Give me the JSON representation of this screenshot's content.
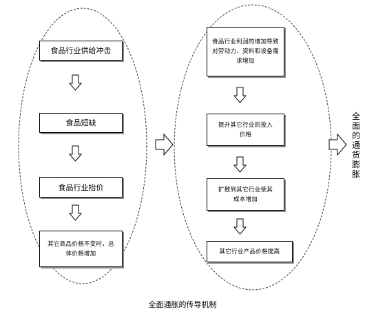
{
  "left_column": {
    "box1": "食品行业供给冲击",
    "box2": "食品短缺",
    "box3": "食品行业抬价",
    "box4": "其它商品价格不变时，总体价格增加"
  },
  "right_column": {
    "box1": "食品行业利润的增加导致对劳动力、资料和设备需求增加",
    "box2": "提升其它行业的投入价格",
    "box3": "扩散到其它行业使其成本增加",
    "box4": "其它行业产品价格提高"
  },
  "result_label": "全面的通货膨胀",
  "caption": "全面通胀的传导机制"
}
